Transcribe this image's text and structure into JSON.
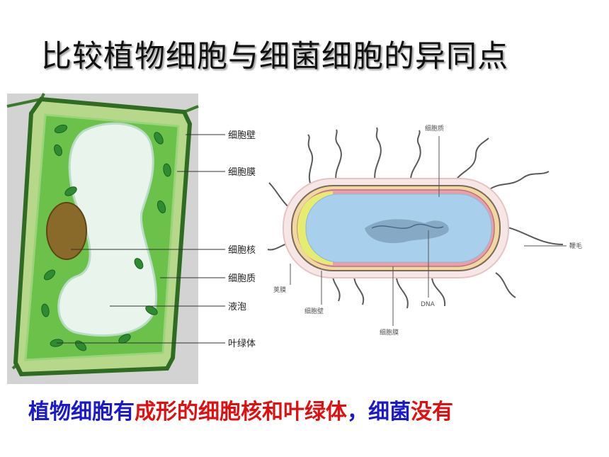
{
  "title": "比较植物细胞与细菌细胞的异同点",
  "plant_cell": {
    "labels": [
      "细胞壁",
      "细胞膜",
      "细胞核",
      "细胞质",
      "液泡",
      "叶绿体"
    ]
  },
  "bacterium": {
    "labels": [
      "细胞质",
      "鞭毛",
      "荚膜",
      "细胞壁",
      "DNA",
      "细胞膜"
    ]
  },
  "caption": {
    "part1": "植物细胞有",
    "part2": "成形的细胞核和叶绿体",
    "part3": "，",
    "part4": "细菌",
    "part5": "没有"
  },
  "colors": {
    "blue_text": "#1a1acc",
    "red_text": "#e01010"
  }
}
